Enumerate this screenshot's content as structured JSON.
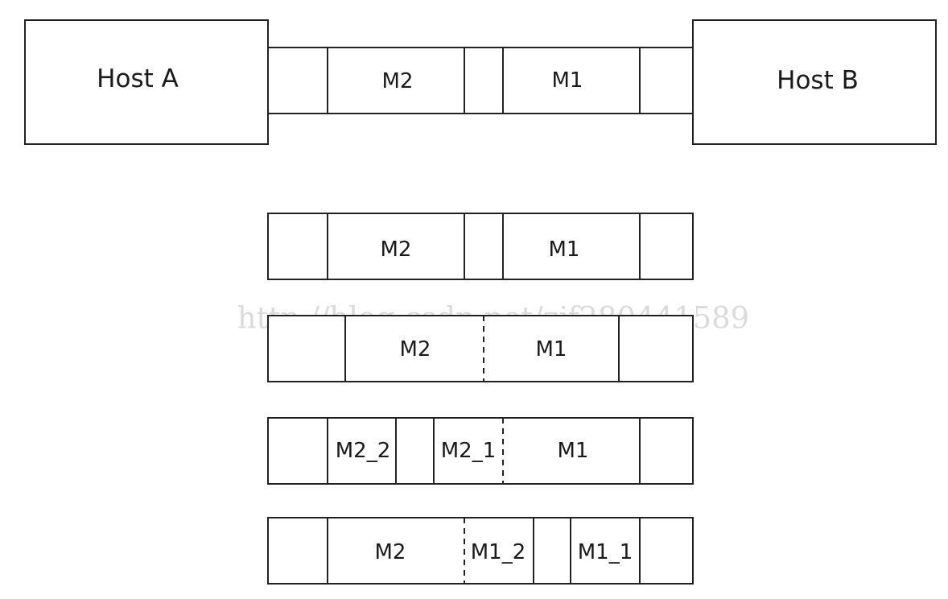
{
  "hosts": {
    "a": "Host A",
    "b": "Host B"
  },
  "stream": {
    "m2": "M2",
    "m1": "M1"
  },
  "cases": {
    "separate": {
      "m2": "M2",
      "m1": "M1"
    },
    "merged": {
      "m2": "M2",
      "m1": "M1"
    },
    "split_m2": {
      "m2_2": "M2_2",
      "m2_1": "M2_1",
      "m1": "M1"
    },
    "split_m1": {
      "m2": "M2",
      "m1_2": "M1_2",
      "m1_1": "M1_1"
    }
  },
  "watermark": "http://blog.csdn.net/zjf280441589",
  "colors": {
    "stroke": "#222222",
    "text": "#1a1a1a",
    "watermark": "#cfcfcf"
  }
}
